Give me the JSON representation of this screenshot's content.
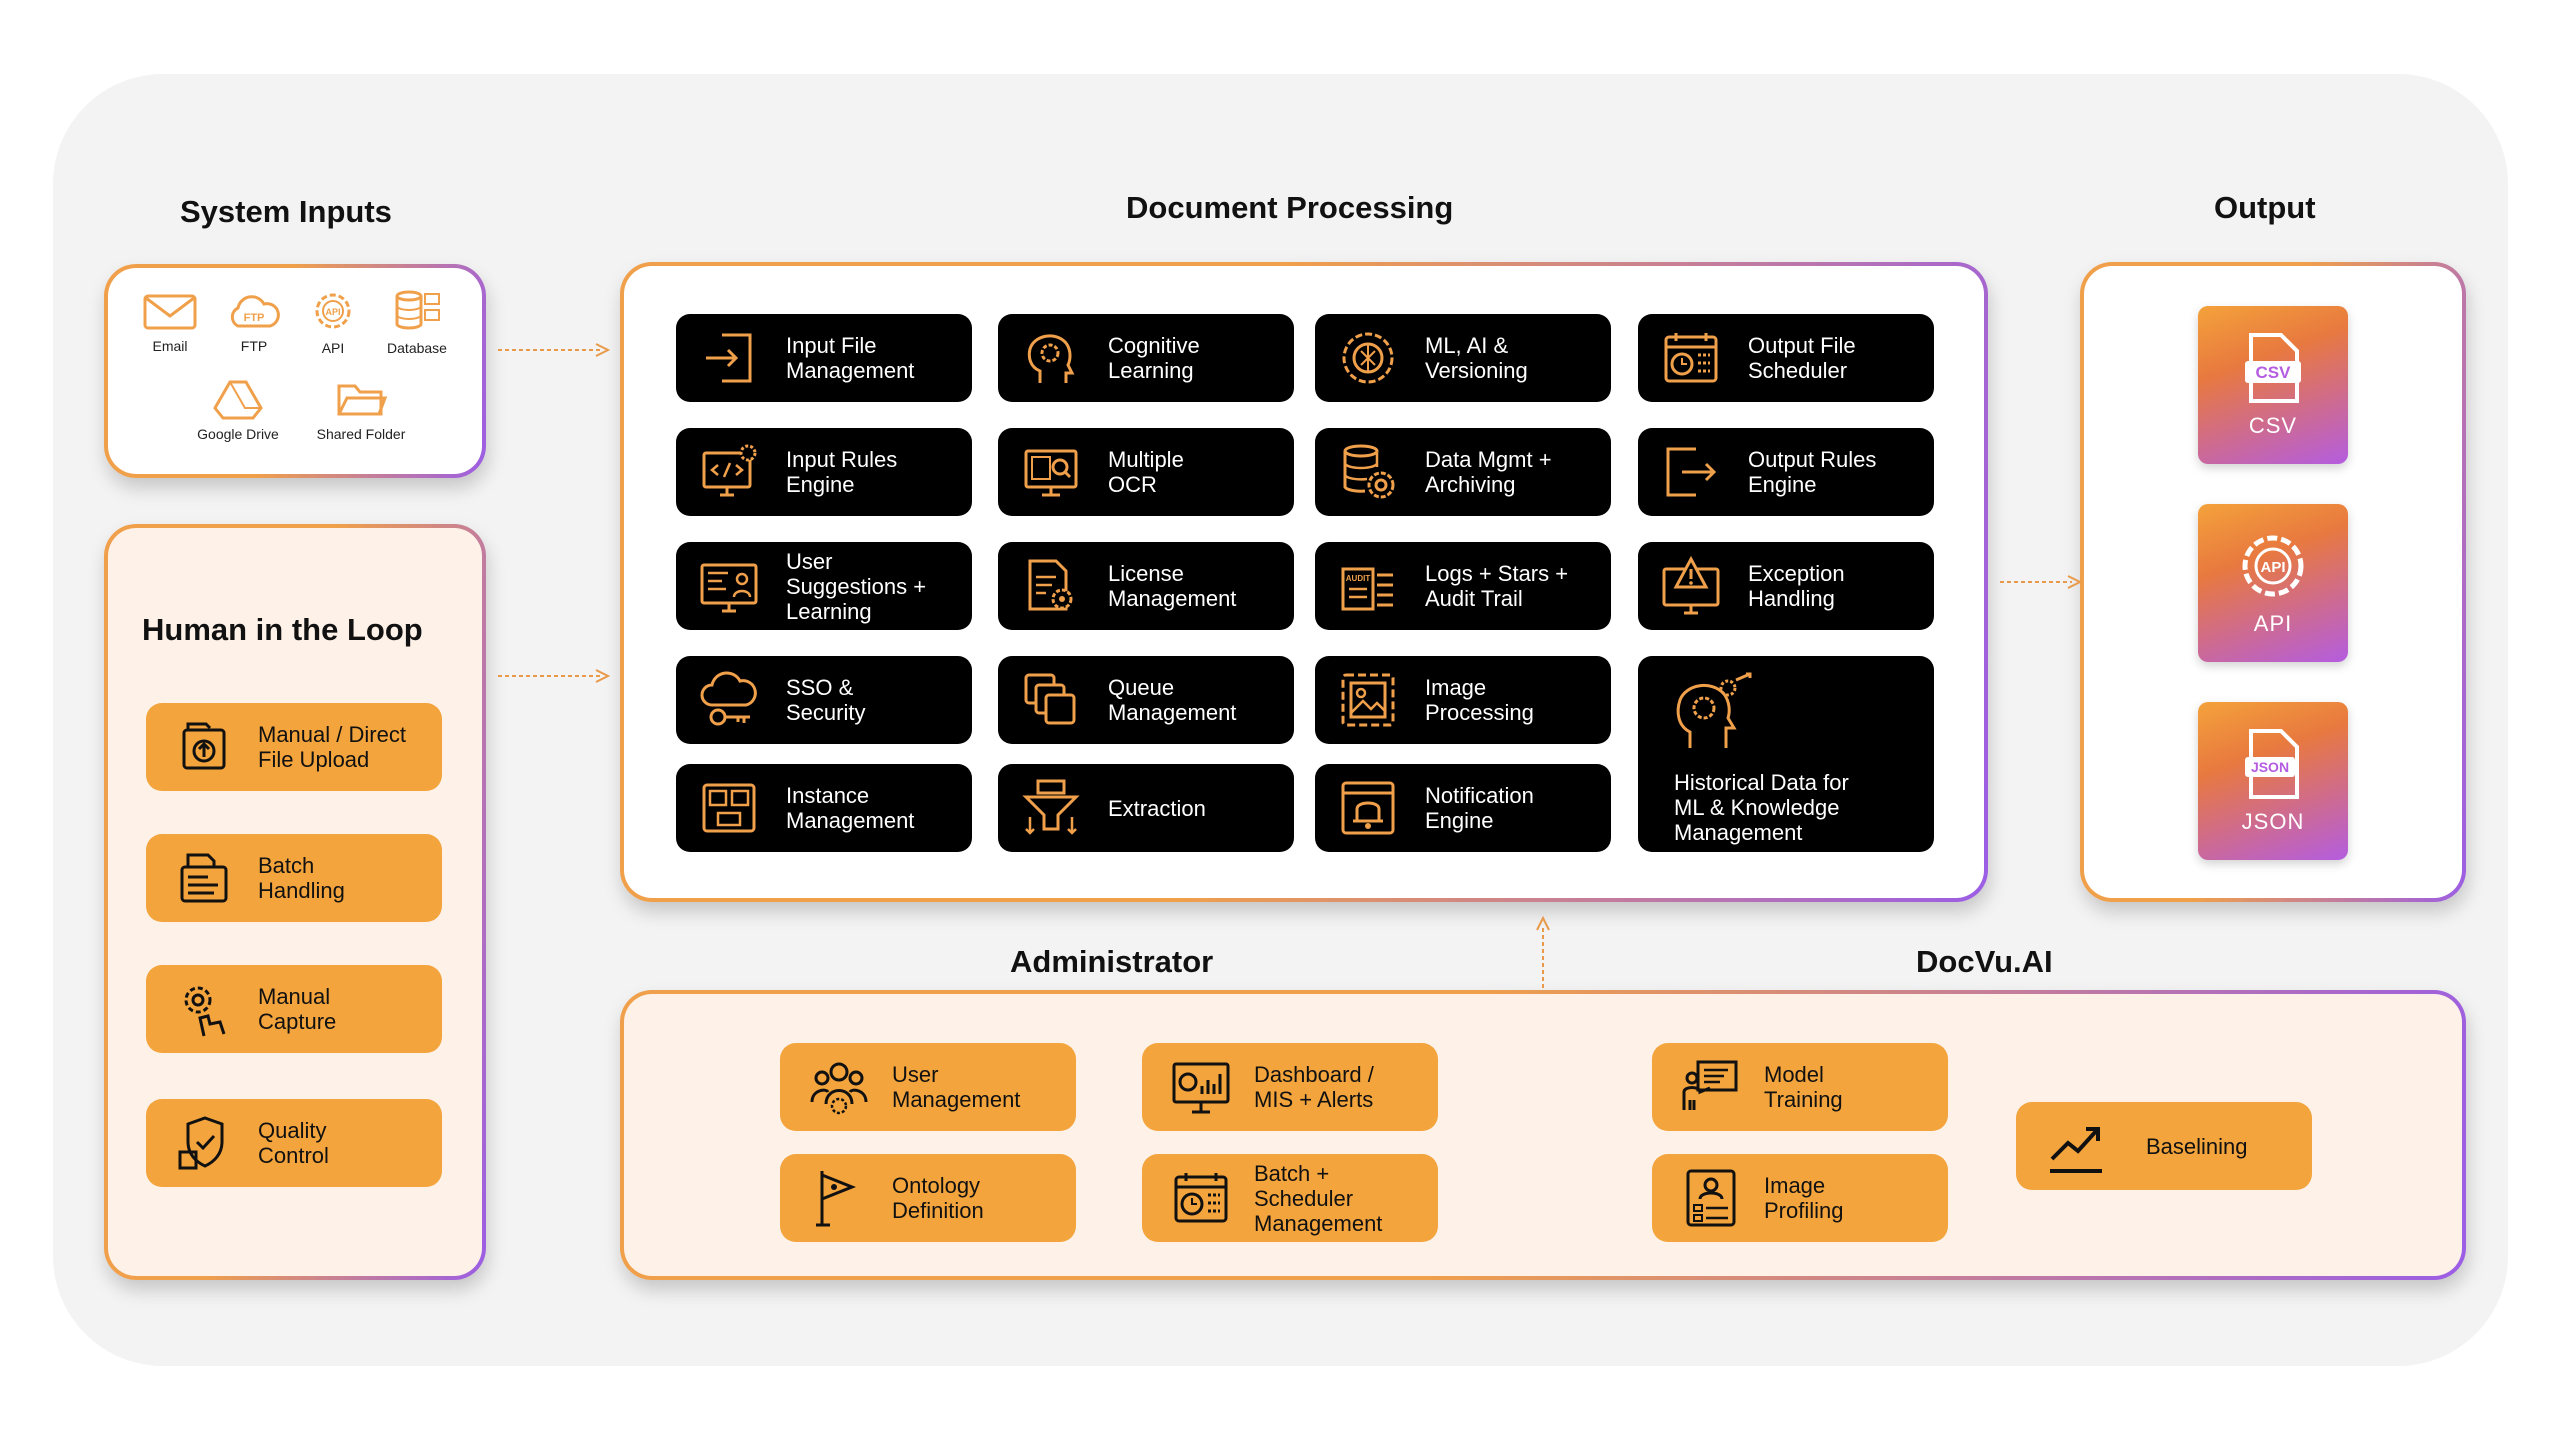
{
  "titles": {
    "system_inputs": "System Inputs",
    "document_processing": "Document Processing",
    "output": "Output",
    "human_in_loop": "Human in the Loop",
    "administrator": "Administrator",
    "brand": "DocVu.AI"
  },
  "system_inputs": [
    {
      "label": "Email",
      "icon": "email-icon"
    },
    {
      "label": "FTP",
      "icon": "ftp-cloud-icon"
    },
    {
      "label": "API",
      "icon": "api-gear-icon"
    },
    {
      "label": "Database",
      "icon": "database-icon"
    },
    {
      "label": "Google Drive",
      "icon": "google-drive-icon"
    },
    {
      "label": "Shared Folder",
      "icon": "folder-icon"
    }
  ],
  "human_in_loop": [
    {
      "label": "Manual / Direct\nFile Upload",
      "icon": "file-upload-icon"
    },
    {
      "label": "Batch\nHandling",
      "icon": "batch-icon"
    },
    {
      "label": "Manual\nCapture",
      "icon": "hand-gear-icon"
    },
    {
      "label": "Quality\nControl",
      "icon": "quality-shield-icon"
    }
  ],
  "document_processing": [
    {
      "label": "Input File\nManagement",
      "icon": "input-file-icon"
    },
    {
      "label": "Cognitive\nLearning",
      "icon": "brain-head-icon"
    },
    {
      "label": "ML, AI &\nVersioning",
      "icon": "ai-brain-icon"
    },
    {
      "label": "Output File\nScheduler",
      "icon": "calendar-clock-icon"
    },
    {
      "label": "Input Rules\nEngine",
      "icon": "code-monitor-icon"
    },
    {
      "label": "Multiple\nOCR",
      "icon": "ocr-scan-icon"
    },
    {
      "label": "Data Mgmt +\nArchiving",
      "icon": "database-gear-icon"
    },
    {
      "label": "Output Rules\nEngine",
      "icon": "output-arrow-icon"
    },
    {
      "label": "User\nSuggestions +\nLearning",
      "icon": "suggestion-monitor-icon"
    },
    {
      "label": "License\nManagement",
      "icon": "license-doc-icon"
    },
    {
      "label": "Logs + Stars +\nAudit Trail",
      "icon": "audit-icon"
    },
    {
      "label": "Exception\nHandling",
      "icon": "warning-monitor-icon"
    },
    {
      "label": "SSO &\nSecurity",
      "icon": "cloud-key-icon"
    },
    {
      "label": "Queue\nManagement",
      "icon": "queue-icon"
    },
    {
      "label": "Image\nProcessing",
      "icon": "image-icon"
    },
    {
      "label": "Historical Data for\nML & Knowledge\nManagement",
      "icon": "knowledge-head-icon"
    },
    {
      "label": "Instance\nManagement",
      "icon": "instance-icon"
    },
    {
      "label": "Extraction",
      "icon": "funnel-icon"
    },
    {
      "label": "Notification\nEngine",
      "icon": "bell-icon"
    }
  ],
  "outputs": [
    {
      "label": "CSV",
      "icon": "csv-file-icon"
    },
    {
      "label": "API",
      "icon": "api-gear-icon"
    },
    {
      "label": "JSON",
      "icon": "json-file-icon"
    }
  ],
  "administrator": [
    {
      "label": "User\nManagement",
      "icon": "users-icon"
    },
    {
      "label": "Dashboard /\nMIS + Alerts",
      "icon": "dashboard-icon"
    },
    {
      "label": "Ontology\nDefinition",
      "icon": "flag-icon"
    },
    {
      "label": "Batch +\nScheduler\nManagement",
      "icon": "calendar-clock-icon"
    }
  ],
  "docvu": [
    {
      "label": "Model\nTraining",
      "icon": "presentation-icon"
    },
    {
      "label": "Image\nProfiling",
      "icon": "profile-doc-icon"
    },
    {
      "label": "Baselining",
      "icon": "trend-up-icon"
    }
  ],
  "colors": {
    "accent_orange": "#f3a43c",
    "accent_purple": "#9b5de5",
    "tile_black": "#000000",
    "icon_orange": "#f0a04a"
  }
}
